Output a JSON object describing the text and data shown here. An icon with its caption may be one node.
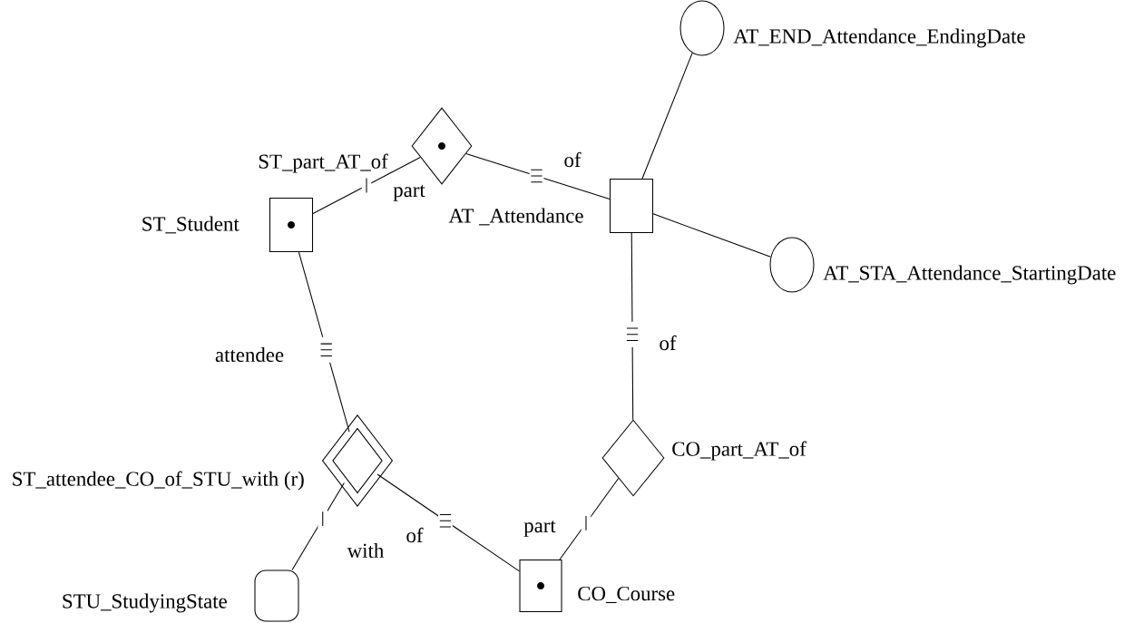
{
  "diagram": {
    "nodes": [
      {
        "text": [],
        "shape": "box",
        "beside": [
          "ST_Student"
        ]
      },
      {
        "text": [],
        "shape": "diamond",
        "beside": [
          "ST_part_AT_of"
        ]
      },
      {
        "text": [],
        "shape": "box",
        "beside": [
          "AT _Attendance"
        ]
      },
      {
        "text": [],
        "shape": "circle",
        "beside": [
          "AT_END_Attendance_EndingDate"
        ]
      },
      {
        "text": [],
        "shape": "circle",
        "beside": [
          "AT_STA_Attendance_StartingDate"
        ]
      },
      {
        "text": [],
        "shape": "diamond",
        "beside": [
          "CO_part_AT_of"
        ]
      },
      {
        "text": [],
        "shape": "box",
        "beside": [
          "CO_Course"
        ]
      },
      {
        "text": [],
        "shape": "diamond",
        "beside": [
          "ST_attendee_CO_of_STU_with (r)"
        ]
      },
      {
        "text": [],
        "shape": "box",
        "beside": [
          "STU_StudyingState"
        ]
      }
    ],
    "edges": [
      {
        "from": 0,
        "to": 1,
        "arrow": "none",
        "label": "part"
      },
      {
        "from": 1,
        "to": 2,
        "arrow": "none",
        "label": "of"
      },
      {
        "from": 2,
        "to": 3,
        "arrow": "none"
      },
      {
        "from": 2,
        "to": 4,
        "arrow": "none"
      },
      {
        "from": 2,
        "to": 5,
        "arrow": "none",
        "label": "of"
      },
      {
        "from": 5,
        "to": 6,
        "arrow": "none",
        "label": "part"
      },
      {
        "from": 0,
        "to": 7,
        "arrow": "none",
        "label": "attendee"
      },
      {
        "from": 7,
        "to": 6,
        "arrow": "none",
        "label": "of"
      },
      {
        "from": 7,
        "to": 8,
        "arrow": "none",
        "label": "with"
      }
    ]
  }
}
